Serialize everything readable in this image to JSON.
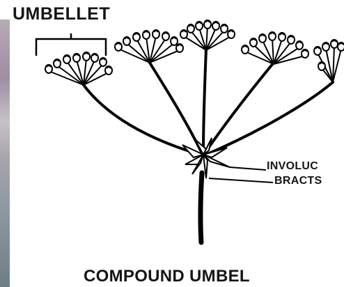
{
  "labels": {
    "umbellet": "UMBELLET",
    "involucral": "INVOLUC",
    "bracts": "BRACTS",
    "title": "COMPOUND UMBEL"
  }
}
